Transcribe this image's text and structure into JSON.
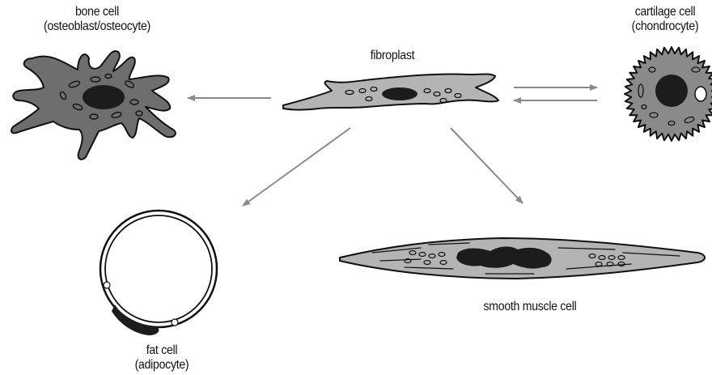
{
  "diagram": {
    "center": {
      "label": "fibroplast"
    },
    "cells": {
      "bone": {
        "line1": "bone cell",
        "line2": "(osteoblast/osteocyte)"
      },
      "cartilage": {
        "line1": "cartilage cell",
        "line2": "(chondrocyte)"
      },
      "fat": {
        "line1": "fat cell",
        "line2": "(adipocyte)"
      },
      "smooth_muscle": {
        "line1": "smooth muscle cell"
      }
    },
    "colors": {
      "cell_fill": "#b4b4b4",
      "bone_fill": "#6e6e6e",
      "cartilage_fill": "#8a8a8a",
      "nucleus": "#222222",
      "arrow": "#8a8a8a",
      "outline": "#111111"
    }
  }
}
